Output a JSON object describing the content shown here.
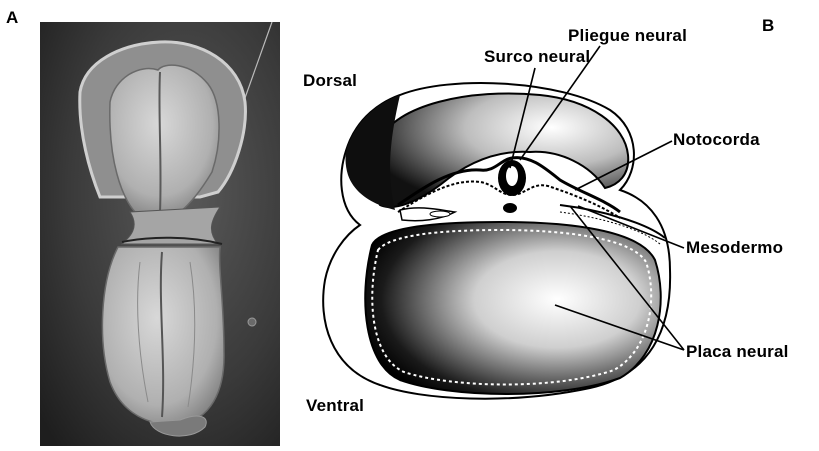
{
  "panels": {
    "a": {
      "letter": "A"
    },
    "b": {
      "letter": "B"
    }
  },
  "labels": {
    "pliegue_neural": "Pliegue neural",
    "surco_neural": "Surco neural",
    "dorsal": "Dorsal",
    "notocorda": "Notocorda",
    "mesodermo": "Mesodermo",
    "placa_neural": "Placa neural",
    "ventral": "Ventral"
  }
}
